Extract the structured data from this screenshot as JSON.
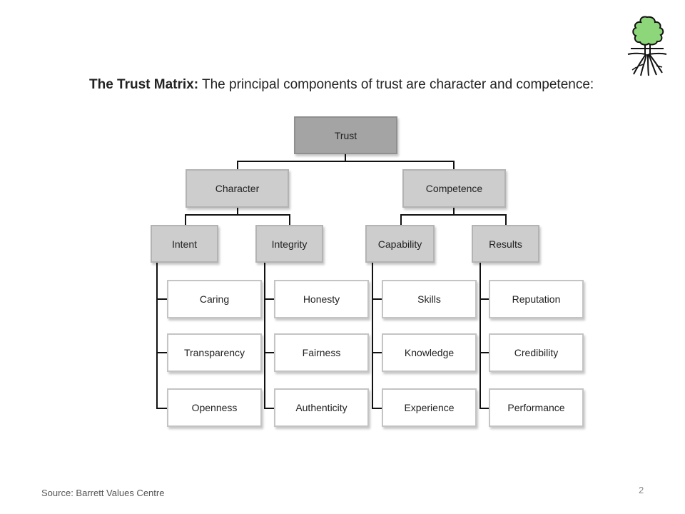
{
  "heading": {
    "bold": "The Trust Matrix:",
    "rest": " The principal components of trust are character and competence:"
  },
  "tree": {
    "root": "Trust",
    "level1": [
      "Character",
      "Competence"
    ],
    "level2": [
      "Intent",
      "Integrity",
      "Capability",
      "Results"
    ],
    "leaves": {
      "intent": [
        "Caring",
        "Transparency",
        "Openness"
      ],
      "integrity": [
        "Honesty",
        "Fairness",
        "Authenticity"
      ],
      "capability": [
        "Skills",
        "Knowledge",
        "Experience"
      ],
      "results": [
        "Reputation",
        "Credibility",
        "Performance"
      ]
    }
  },
  "footer": {
    "source": "Source: Barrett Values Centre",
    "page": "2"
  },
  "logo": {
    "icon": "tree-with-roots-icon",
    "foliage_color": "#8ed67a",
    "outline_color": "#111111"
  }
}
